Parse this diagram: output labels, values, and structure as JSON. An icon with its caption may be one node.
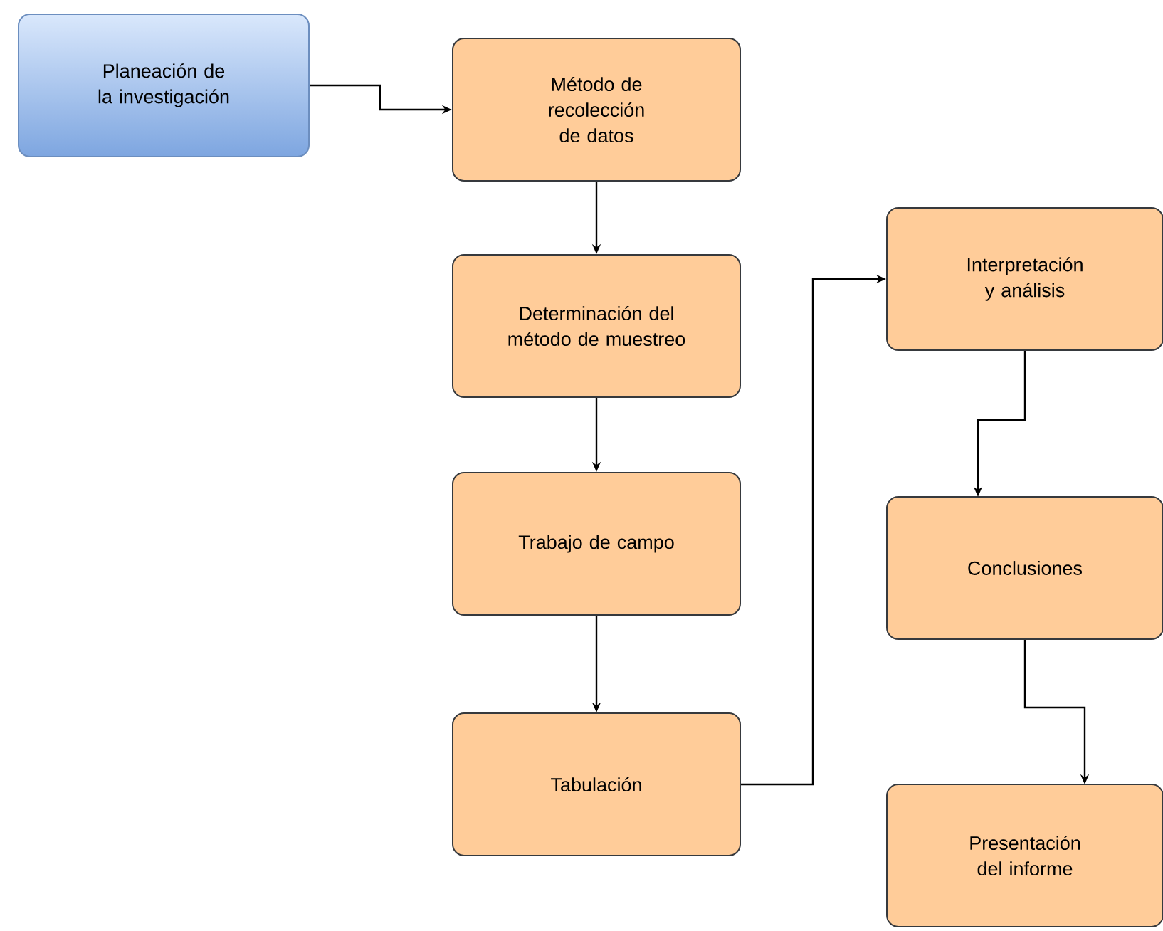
{
  "diagram": {
    "nodes": [
      {
        "text": [
          "Planeación de la investigación"
        ]
      },
      {
        "text": [
          "Método de recolección de datos"
        ]
      },
      {
        "text": [
          "Determinación del método de muestreo"
        ]
      },
      {
        "text": [
          "Trabajo de campo"
        ]
      },
      {
        "text": [
          "Tabulación"
        ]
      },
      {
        "text": [
          "Interpretación y análisis"
        ]
      },
      {
        "text": [
          "Conclusiones"
        ]
      },
      {
        "text": [
          "Presentación del informe"
        ]
      }
    ],
    "edges": [
      {
        "from": 0,
        "to": 1,
        "arrow": "to"
      },
      {
        "from": 1,
        "to": 2,
        "arrow": "to"
      },
      {
        "from": 2,
        "to": 3,
        "arrow": "to"
      },
      {
        "from": 3,
        "to": 4,
        "arrow": "to"
      },
      {
        "from": 4,
        "to": 5,
        "arrow": "to"
      },
      {
        "from": 5,
        "to": 6,
        "arrow": "to"
      },
      {
        "from": 6,
        "to": 7,
        "arrow": "to"
      }
    ]
  }
}
